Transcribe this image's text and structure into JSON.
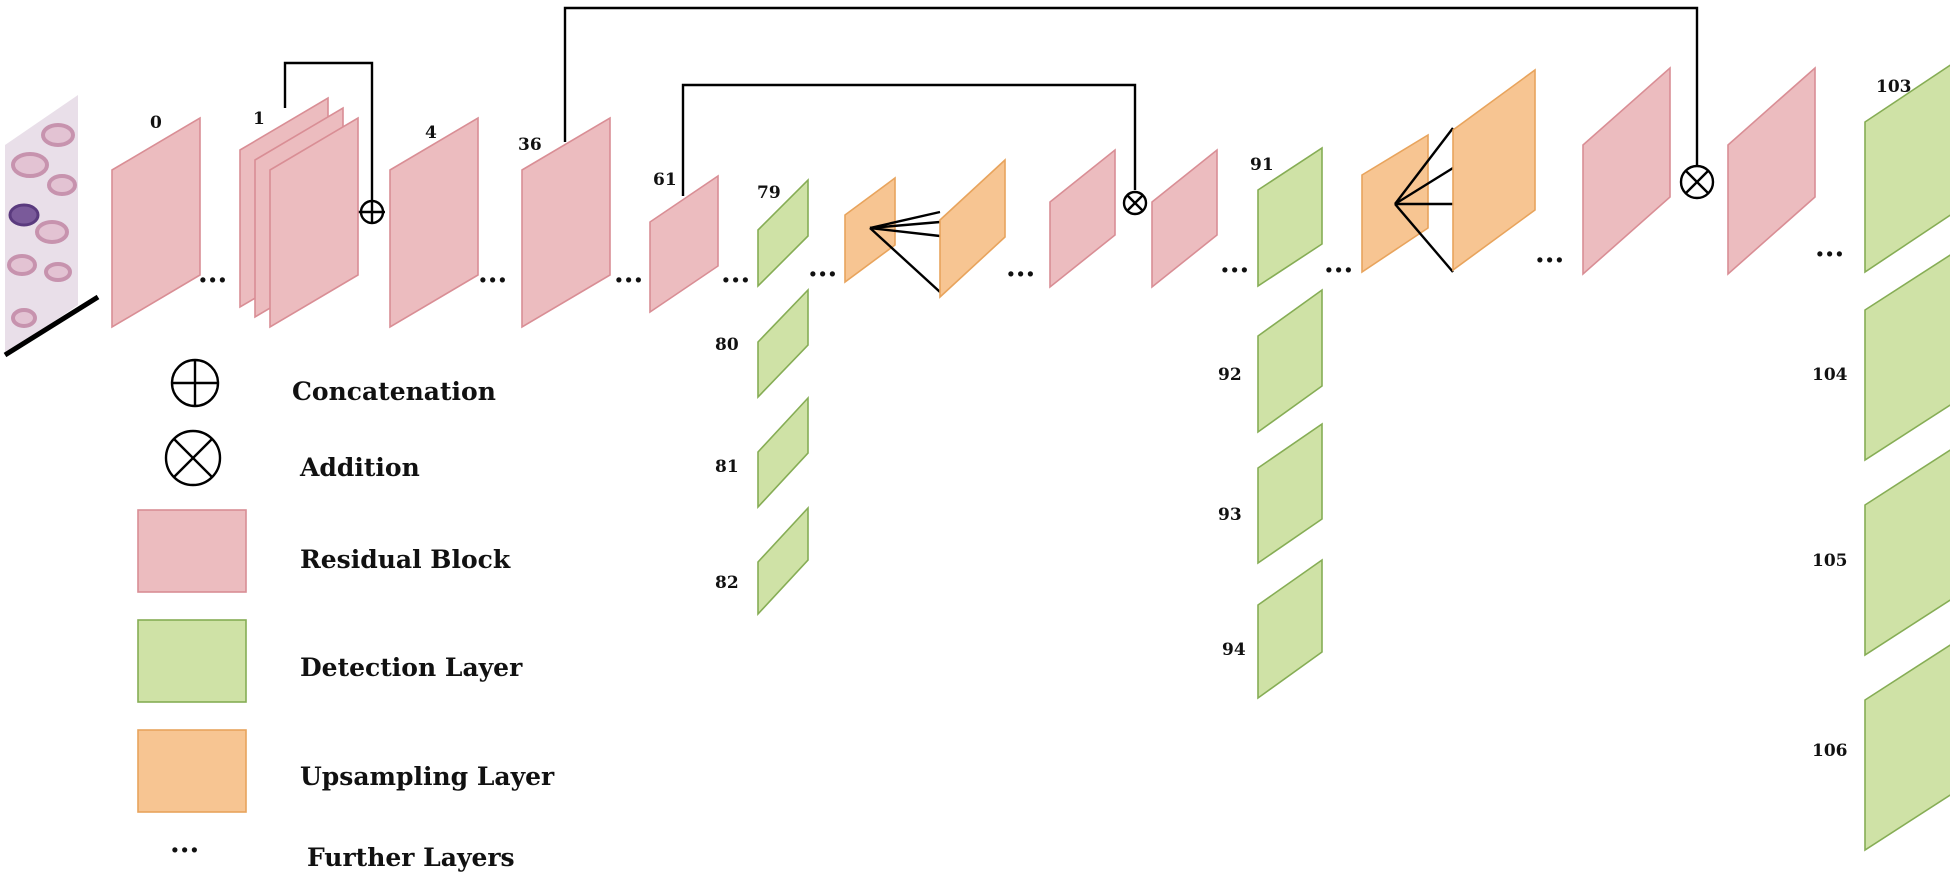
{
  "layer_labels": {
    "l0": "0",
    "l1": "1",
    "l4": "4",
    "l36": "36",
    "l61": "61",
    "l79": "79",
    "l80": "80",
    "l81": "81",
    "l82": "82",
    "l91": "91",
    "l92": "92",
    "l93": "93",
    "l94": "94",
    "l103": "103",
    "l104": "104",
    "l105": "105",
    "l106": "106"
  },
  "legend": {
    "concatenation": "Concatenation",
    "addition": "Addition",
    "residual_block": "Residual Block",
    "detection_layer": "Detection Layer",
    "upsampling_layer": "Upsampling Layer",
    "further_layers_symbol": "...",
    "further_layers": "Further Layers"
  },
  "ellipsis": "...",
  "colors": {
    "residual_block": "#ecbcbf",
    "detection_layer": "#cfe2a6",
    "upsampling_layer": "#f7c592"
  }
}
